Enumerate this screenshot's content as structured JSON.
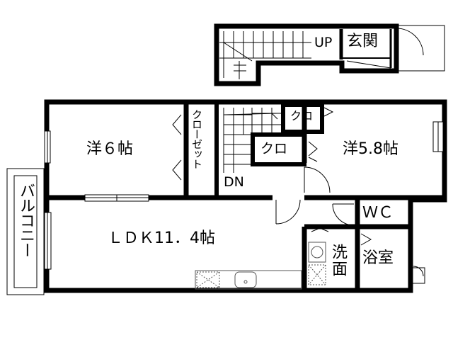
{
  "rooms": {
    "upper_genkan": "玄関",
    "up_label": "UP",
    "western_6": "洋６帖",
    "closet_vertical": "クローゼット",
    "closet_small_top": "クロ",
    "closet_small_mid": "クロ",
    "down_label": "DN",
    "western_58": "洋5.8帖",
    "balcony": "バルコニー",
    "ldk": "ＬＤＫ11．4帖",
    "wc": "ＷＣ",
    "washroom": "洗面",
    "bathroom": "浴室"
  },
  "colors": {
    "wall": "#000000",
    "background": "#ffffff",
    "fixture_line": "#555555"
  }
}
